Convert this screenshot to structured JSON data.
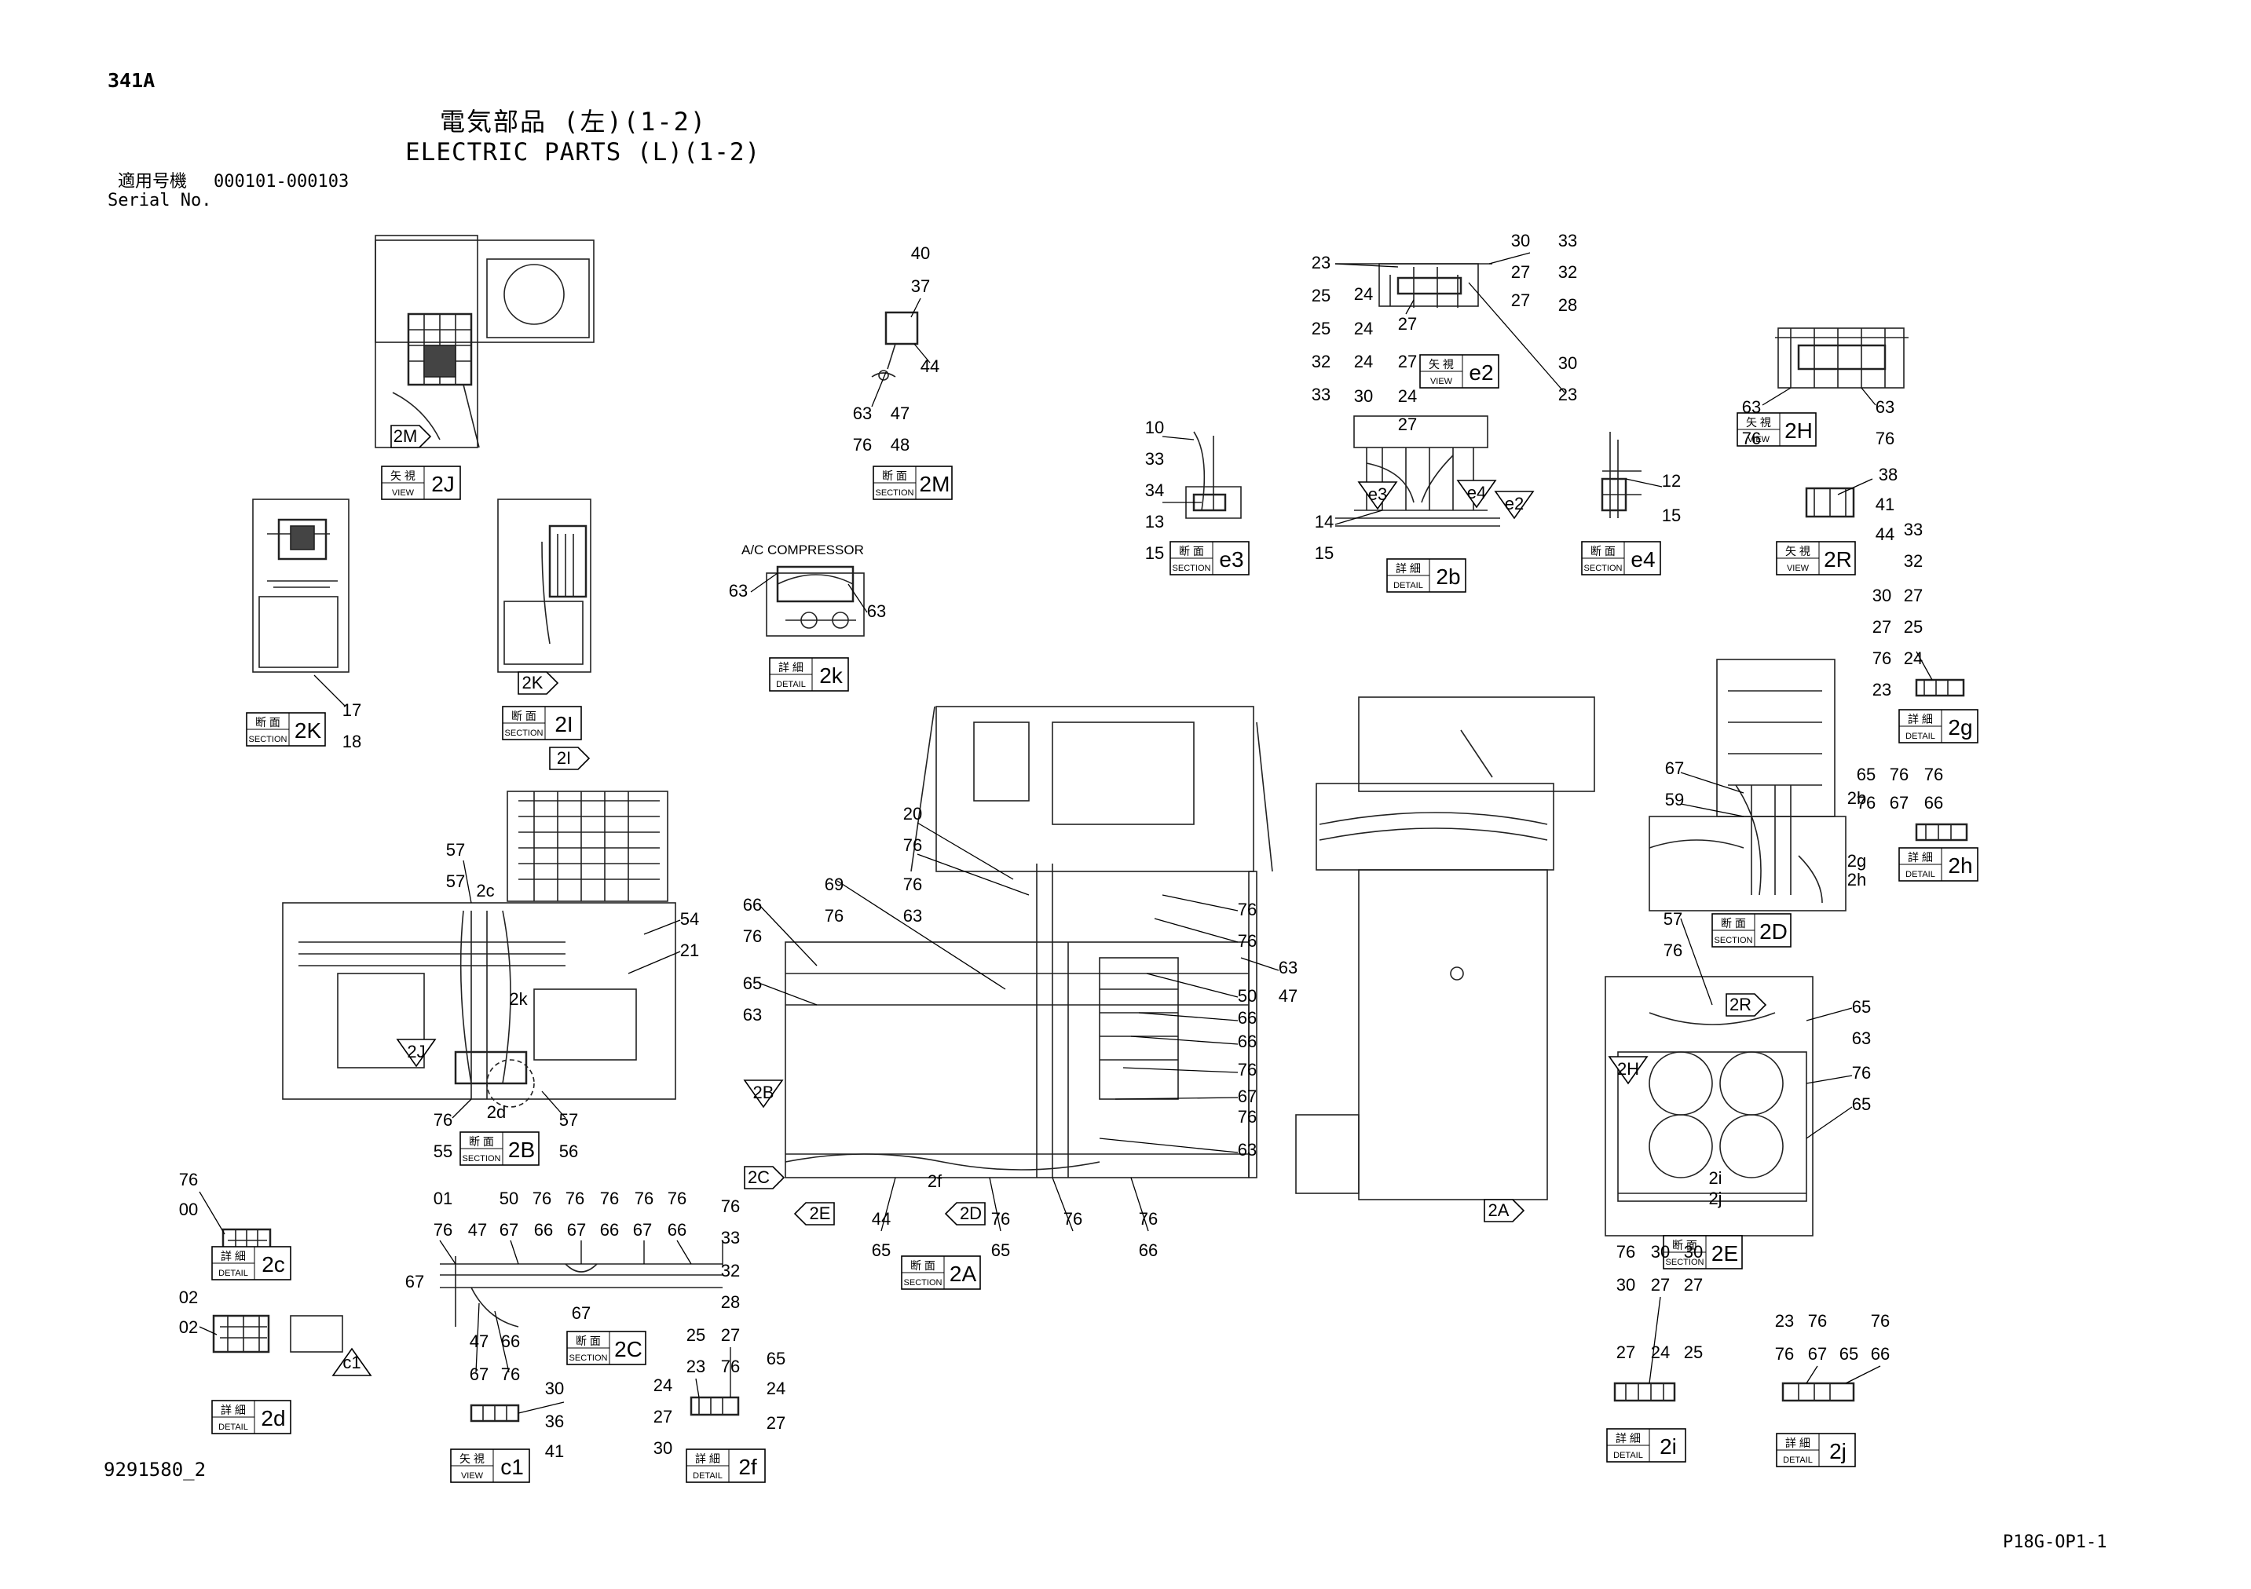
{
  "header": {
    "page_code": "341A",
    "title_jp": "電気部品 (左)(1-2)",
    "title_en": "ELECTRIC PARTS (L)(1-2)",
    "serial_label_jp": "適用号機",
    "serial_label_en": "Serial No.",
    "serial_range": "000101-000103"
  },
  "footer": {
    "drawing_no": "9291580_2",
    "page_ref": "P18G-OP1-1"
  },
  "kinds": {
    "VIEW": {
      "jp": "矢 視",
      "en": "VIEW"
    },
    "SECTION": {
      "jp": "断 面",
      "en": "SECTION"
    },
    "DETAIL": {
      "jp": "詳 細",
      "en": "DETAIL"
    }
  },
  "view_labels": [
    {
      "kind": "VIEW",
      "code": "2J"
    },
    {
      "kind": "SECTION",
      "code": "2M"
    },
    {
      "kind": "SECTION",
      "code": "e3"
    },
    {
      "kind": "VIEW",
      "code": "e2"
    },
    {
      "kind": "DETAIL",
      "code": "2b"
    },
    {
      "kind": "SECTION",
      "code": "e4"
    },
    {
      "kind": "VIEW",
      "code": "2H"
    },
    {
      "kind": "VIEW",
      "code": "2R"
    },
    {
      "kind": "SECTION",
      "code": "2K"
    },
    {
      "kind": "SECTION",
      "code": "2I"
    },
    {
      "kind": "DETAIL",
      "code": "2k"
    },
    {
      "kind": "DETAIL",
      "code": "2g"
    },
    {
      "kind": "DETAIL",
      "code": "2h"
    },
    {
      "kind": "SECTION",
      "code": "2D"
    },
    {
      "kind": "SECTION",
      "code": "2B"
    },
    {
      "kind": "SECTION",
      "code": "2A"
    },
    {
      "kind": "SECTION",
      "code": "2E"
    },
    {
      "kind": "DETAIL",
      "code": "2c"
    },
    {
      "kind": "DETAIL",
      "code": "2d"
    },
    {
      "kind": "SECTION",
      "code": "2C"
    },
    {
      "kind": "VIEW",
      "code": "c1"
    },
    {
      "kind": "DETAIL",
      "code": "2f"
    },
    {
      "kind": "DETAIL",
      "code": "2i"
    },
    {
      "kind": "DETAIL",
      "code": "2j"
    }
  ],
  "view_marks": [
    "2M",
    "2K",
    "2I",
    "2J",
    "2B",
    "2C",
    "2E",
    "2D",
    "2A",
    "e3",
    "e4",
    "e2",
    "2R",
    "2H",
    "c1"
  ],
  "annotations": {
    "ac_compressor": "A/C COMPRESSOR",
    "refs": [
      "2c",
      "2k",
      "2d",
      "2f",
      "2b",
      "2g",
      "2h",
      "2i",
      "2j"
    ]
  },
  "part_numbers": [
    "40",
    "37",
    "44",
    "63",
    "47",
    "76",
    "48",
    "30",
    "33",
    "23",
    "27",
    "32",
    "25",
    "24",
    "28",
    "27",
    "25",
    "24",
    "27",
    "24",
    "27",
    "30",
    "32",
    "33",
    "24",
    "27",
    "30",
    "23",
    "10",
    "33",
    "34",
    "13",
    "15",
    "14",
    "15",
    "12",
    "15",
    "63",
    "76",
    "63",
    "76",
    "38",
    "41",
    "44",
    "63",
    "63",
    "17",
    "18",
    "33",
    "32",
    "30",
    "27",
    "27",
    "25",
    "76",
    "24",
    "23",
    "65",
    "76",
    "76",
    "76",
    "67",
    "66",
    "67",
    "59",
    "57",
    "57",
    "54",
    "21",
    "20",
    "76",
    "69",
    "76",
    "66",
    "76",
    "63",
    "76",
    "65",
    "63",
    "76",
    "76",
    "63",
    "47",
    "50",
    "66",
    "66",
    "76",
    "67",
    "76",
    "63",
    "76",
    "55",
    "57",
    "56",
    "57",
    "76",
    "65",
    "63",
    "76",
    "65",
    "76",
    "00",
    "02",
    "02",
    "01",
    "50",
    "76",
    "76",
    "76",
    "76",
    "76",
    "76",
    "47",
    "67",
    "66",
    "67",
    "66",
    "67",
    "66",
    "67",
    "67",
    "47",
    "66",
    "67",
    "76",
    "76",
    "33",
    "32",
    "28",
    "27",
    "25",
    "76",
    "23",
    "65",
    "24",
    "24",
    "27",
    "27",
    "30",
    "30",
    "36",
    "41",
    "44",
    "65",
    "76",
    "65",
    "76",
    "76",
    "66",
    "76",
    "30",
    "30",
    "30",
    "27",
    "27",
    "27",
    "24",
    "25",
    "23",
    "76",
    "76",
    "76",
    "67",
    "65",
    "66",
    "67"
  ]
}
